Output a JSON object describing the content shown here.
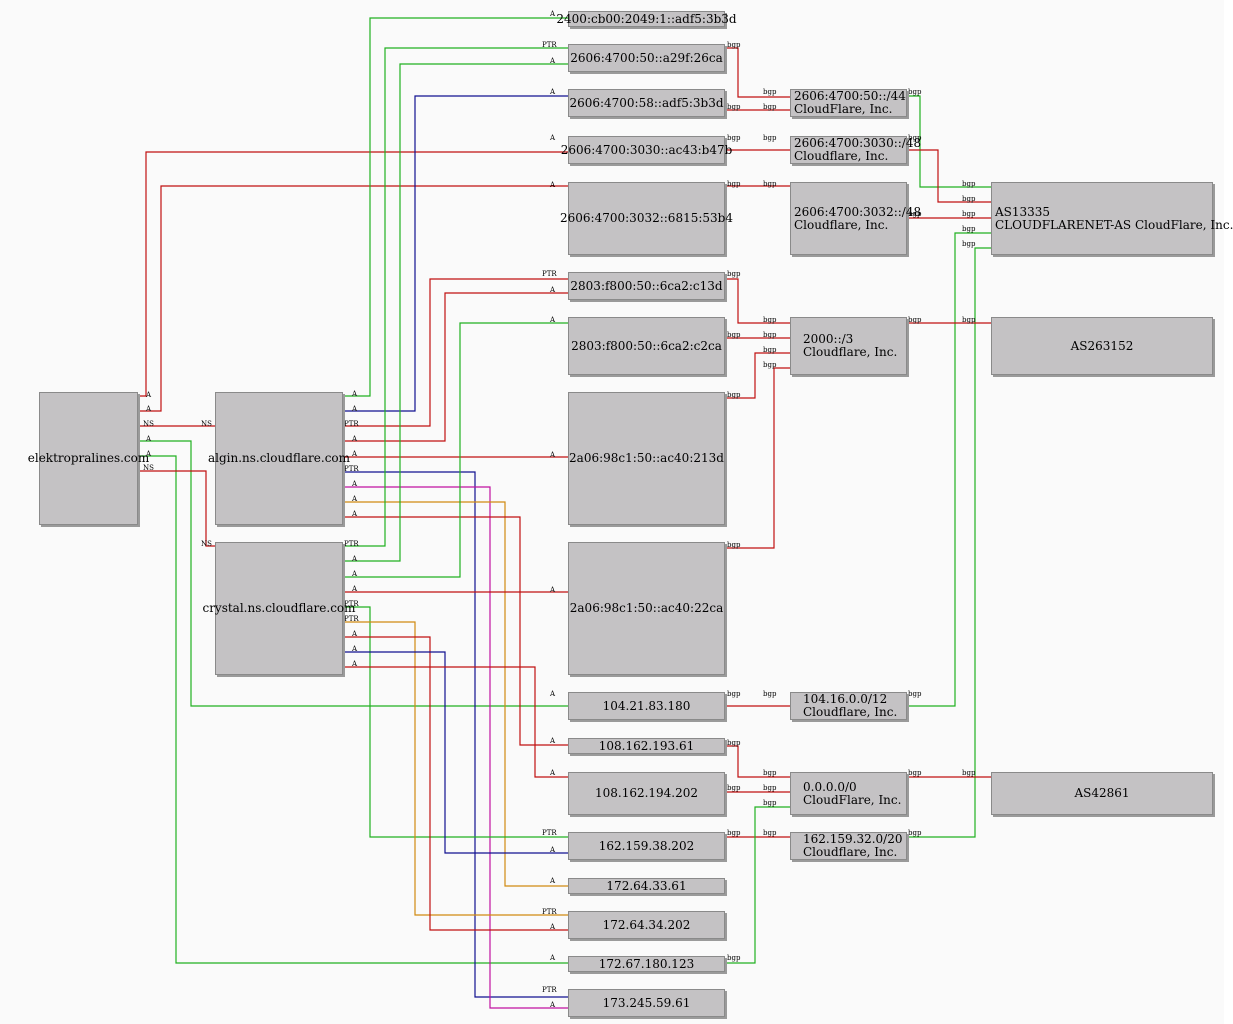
{
  "nodes": {
    "elektropralines": "elektropralines.com",
    "algin": "algin.ns.cloudflare.com",
    "crystal": "crystal.ns.cloudflare.com",
    "ip_2400": "2400:cb00:2049:1::adf5:3b3d",
    "ip_2606_50_a29f": "2606:4700:50::a29f:26ca",
    "ip_2606_58": "2606:4700:58::adf5:3b3d",
    "ip_2606_3030": "2606:4700:3030::ac43:b47b",
    "ip_2606_3032": "2606:4700:3032::6815:53b4",
    "ip_2803_c13d": "2803:f800:50::6ca2:c13d",
    "ip_2803_c2ca": "2803:f800:50::6ca2:c2ca",
    "ip_2a06_213d": "2a06:98c1:50::ac40:213d",
    "ip_2a06_22ca": "2a06:98c1:50::ac40:22ca",
    "ip_104": "104.21.83.180",
    "ip_108_61": "108.162.193.61",
    "ip_108_202": "108.162.194.202",
    "ip_162": "162.159.38.202",
    "ip_172_33": "172.64.33.61",
    "ip_172_34": "172.64.34.202",
    "ip_172_67": "172.67.180.123",
    "ip_173": "173.245.59.61",
    "pfx_2606_50": "2606:4700:50::/44\nCloudFlare, Inc.",
    "pfx_2606_3030": "2606:4700:3030::/48\nCloudflare, Inc.",
    "pfx_2606_3032": "2606:4700:3032::/48\nCloudflare, Inc.",
    "pfx_2000": "2000::/3\nCloudflare, Inc.",
    "pfx_104": "104.16.0.0/12\nCloudflare, Inc.",
    "pfx_0": "0.0.0.0/0\nCloudFlare, Inc.",
    "pfx_162": "162.159.32.0/20\nCloudflare, Inc.",
    "as13335": "AS13335\nCLOUDFLARENET-AS CloudFlare, Inc.",
    "as263152": "AS263152",
    "as42861": "AS42861"
  },
  "edge_labels": {
    "a": "A",
    "ns": "NS",
    "ptr": "PTR",
    "bgp": "bgp"
  },
  "colors": {
    "background": "#fafafa",
    "node_fill": "#c4c2c4",
    "node_border": "#8a8a8a",
    "red": "#c01010",
    "green": "#20b020",
    "blue": "#101090",
    "orange": "#d08a10",
    "magenta": "#c010a0"
  }
}
